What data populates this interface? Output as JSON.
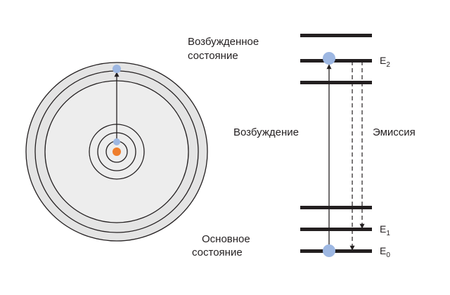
{
  "labels": {
    "excited_state": [
      "Возбужденное",
      "состояние"
    ],
    "ground_state": [
      "Основное",
      "состояние"
    ],
    "excitation": "Возбуждение",
    "emission": "Эмиссия"
  },
  "levels": {
    "e2": {
      "letter": "E",
      "sub": "2"
    },
    "e1": {
      "letter": "E",
      "sub": "1"
    },
    "e0": {
      "letter": "E",
      "sub": "0"
    }
  },
  "colors": {
    "electron": "#9db7e2",
    "nucleus": "#ee7d2c",
    "atom_fill": "#e4e4e4",
    "line": "#231f20"
  }
}
